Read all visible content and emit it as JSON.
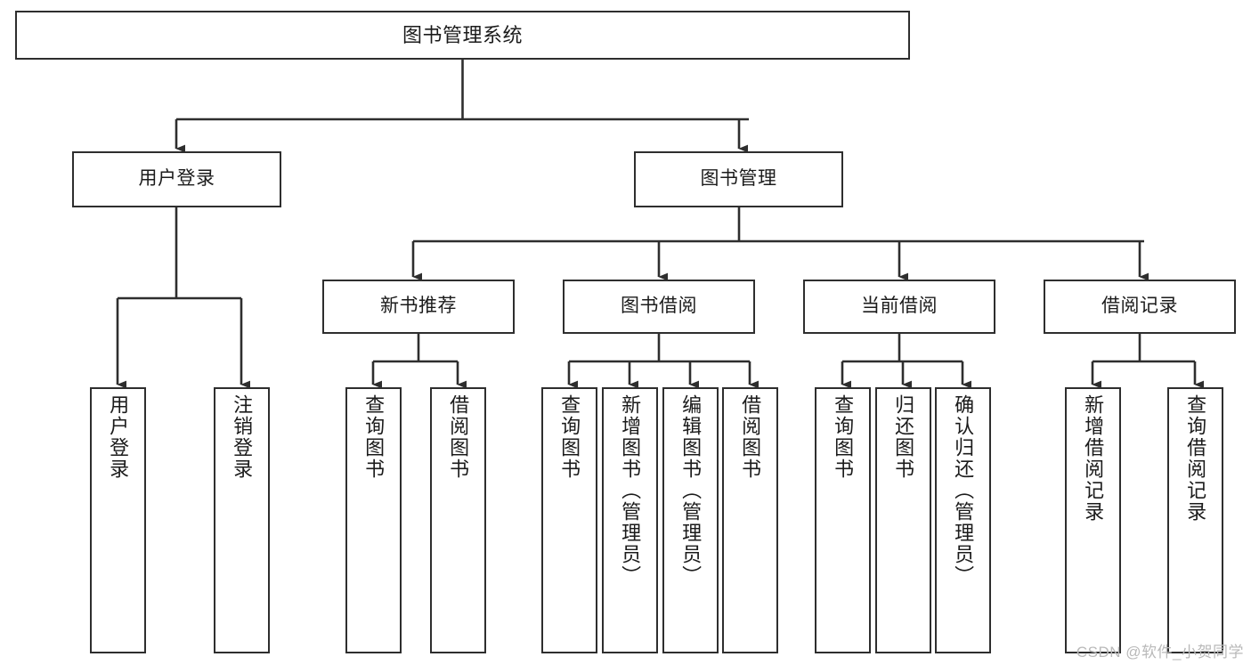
{
  "diagram": {
    "title": "图书管理系统",
    "type": "tree",
    "orientation": "top-down",
    "colors": {
      "box_border": "#2e2e2e",
      "box_fill": "#ffffff",
      "connector": "#2e2e2e",
      "text": "#1b1b1b",
      "background": "#ffffff",
      "watermark": "#b9b9b9"
    }
  },
  "nodes": {
    "root": {
      "label": "图书管理系统",
      "level": 1
    },
    "level2": [
      {
        "id": "user-login",
        "label": "用户登录"
      },
      {
        "id": "book-manage",
        "label": "图书管理"
      }
    ],
    "level3": [
      {
        "id": "new-book-recommend",
        "label": "新书推荐"
      },
      {
        "id": "book-borrow",
        "label": "图书借阅"
      },
      {
        "id": "current-borrow",
        "label": "当前借阅"
      },
      {
        "id": "borrow-record",
        "label": "借阅记录"
      }
    ],
    "leaves": {
      "user-login": [
        {
          "id": "leaf-user-login",
          "label": "用户登录"
        },
        {
          "id": "leaf-logout-login",
          "label": "注销登录"
        }
      ],
      "new-book-recommend": [
        {
          "id": "leaf-query-book-1",
          "label": "查询图书"
        },
        {
          "id": "leaf-borrow-book-1",
          "label": "借阅图书"
        }
      ],
      "book-borrow": [
        {
          "id": "leaf-query-book-2",
          "label": "查询图书"
        },
        {
          "id": "leaf-add-book",
          "label": "新增图书（管理员）"
        },
        {
          "id": "leaf-edit-book",
          "label": "编辑图书（管理员）"
        },
        {
          "id": "leaf-borrow-book-2",
          "label": "借阅图书"
        }
      ],
      "current-borrow": [
        {
          "id": "leaf-query-book-3",
          "label": "查询图书"
        },
        {
          "id": "leaf-return-book",
          "label": "归还图书"
        },
        {
          "id": "leaf-confirm-return",
          "label": "确认归还（管理员）"
        }
      ],
      "borrow-record": [
        {
          "id": "leaf-add-record",
          "label": "新增借阅记录"
        },
        {
          "id": "leaf-query-record",
          "label": "查询借阅记录"
        }
      ]
    }
  },
  "watermark": {
    "text": "CSDN @软件_小贺同学"
  }
}
